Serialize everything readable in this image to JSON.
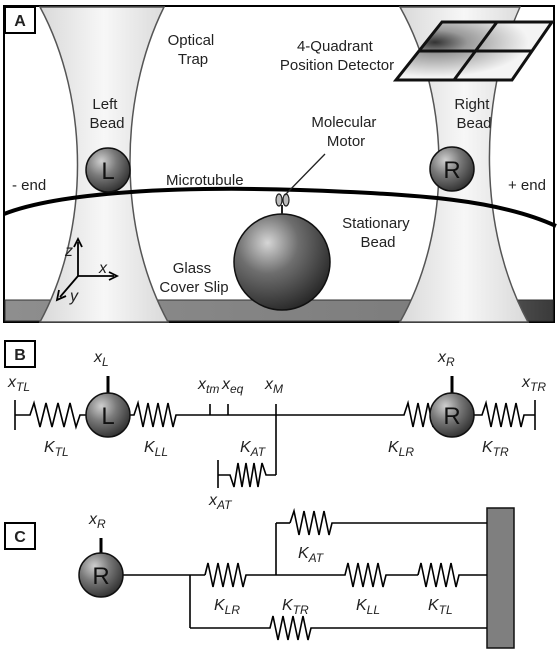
{
  "panels": {
    "a": {
      "letter": "A",
      "labels": {
        "optical_trap": [
          "Optical",
          "Trap"
        ],
        "detector": [
          "4-Quadrant",
          "Position Detector"
        ],
        "left_bead": [
          "Left",
          "Bead"
        ],
        "right_bead": [
          "Right",
          "Bead"
        ],
        "molecular_motor": [
          "Molecular",
          "Motor"
        ],
        "microtubule": "Microtubule",
        "minus_end": "- end",
        "plus_end": "+ end",
        "stationary_bead": [
          "Stationary",
          "Bead"
        ],
        "glass_cover_slip": [
          "Glass",
          "Cover Slip"
        ],
        "axis_z": "z",
        "axis_x": "x",
        "axis_y": "y",
        "bead_left_letter": "L",
        "bead_right_letter": "R"
      }
    },
    "b": {
      "letter": "B",
      "bead_left_letter": "L",
      "bead_right_letter": "R",
      "symbol": {
        "x": "x",
        "k": "K"
      },
      "subscripts": {
        "x_TL": "TL",
        "x_L": "L",
        "x_tm": "tm",
        "x_eq": "eq",
        "x_M": "M",
        "x_R": "R",
        "x_TR": "TR",
        "x_AT": "AT",
        "k_TL": "TL",
        "k_LL": "LL",
        "k_AT": "AT",
        "k_LR": "LR",
        "k_TR": "TR"
      }
    },
    "c": {
      "letter": "C",
      "bead_letter": "R",
      "symbol": {
        "x": "x",
        "k": "K"
      },
      "subscripts": {
        "x_R": "R",
        "k_AT": "AT",
        "k_LR": "LR",
        "k_LL": "LL",
        "k_TL": "TL",
        "k_TR": "TR"
      }
    }
  }
}
